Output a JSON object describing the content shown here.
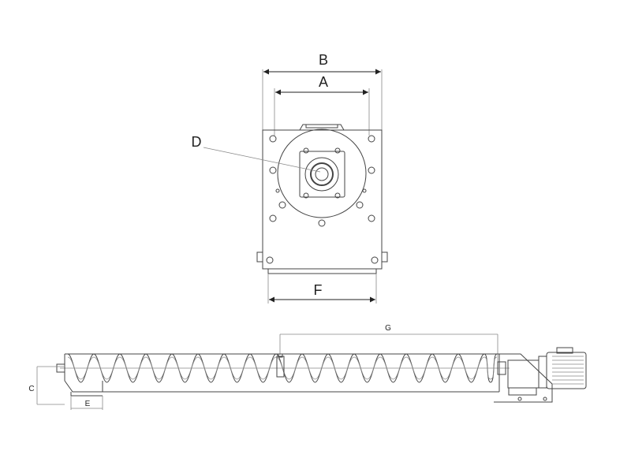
{
  "dimensions": {
    "a": "A",
    "b": "B",
    "d": "D",
    "f": "F",
    "g": "G",
    "c": "C",
    "e": "E"
  },
  "colors": {
    "line": "#444444",
    "light_line": "#888888",
    "text": "#222222"
  }
}
